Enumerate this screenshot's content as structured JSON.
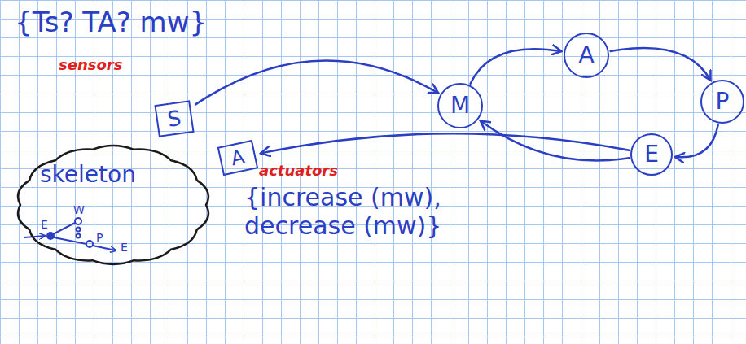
{
  "diagram": {
    "nodes": [
      {
        "text": [
          "skeleton"
        ]
      },
      {
        "text": [
          "S"
        ],
        "in": 0
      },
      {
        "text": [
          "A"
        ],
        "in": 0
      },
      {
        "text": [
          "M"
        ]
      },
      {
        "text": [
          "A"
        ]
      },
      {
        "text": [
          "P"
        ]
      },
      {
        "text": [
          "E"
        ]
      }
    ],
    "edges": [
      {
        "from": 1,
        "to": 3,
        "arrow": "to"
      },
      {
        "from": 3,
        "to": 4,
        "arrow": "to"
      },
      {
        "from": 4,
        "to": 5,
        "arrow": "to"
      },
      {
        "from": 5,
        "to": 6,
        "arrow": "to"
      },
      {
        "from": 6,
        "to": 3,
        "arrow": "to"
      },
      {
        "from": 6,
        "to": 2,
        "arrow": "to"
      }
    ],
    "labels": [
      "{Ts? TA? mw}",
      "sensors",
      "actuators",
      "{increase (mw), decrease (mw)}",
      "E",
      "W",
      "P",
      "E"
    ]
  }
}
